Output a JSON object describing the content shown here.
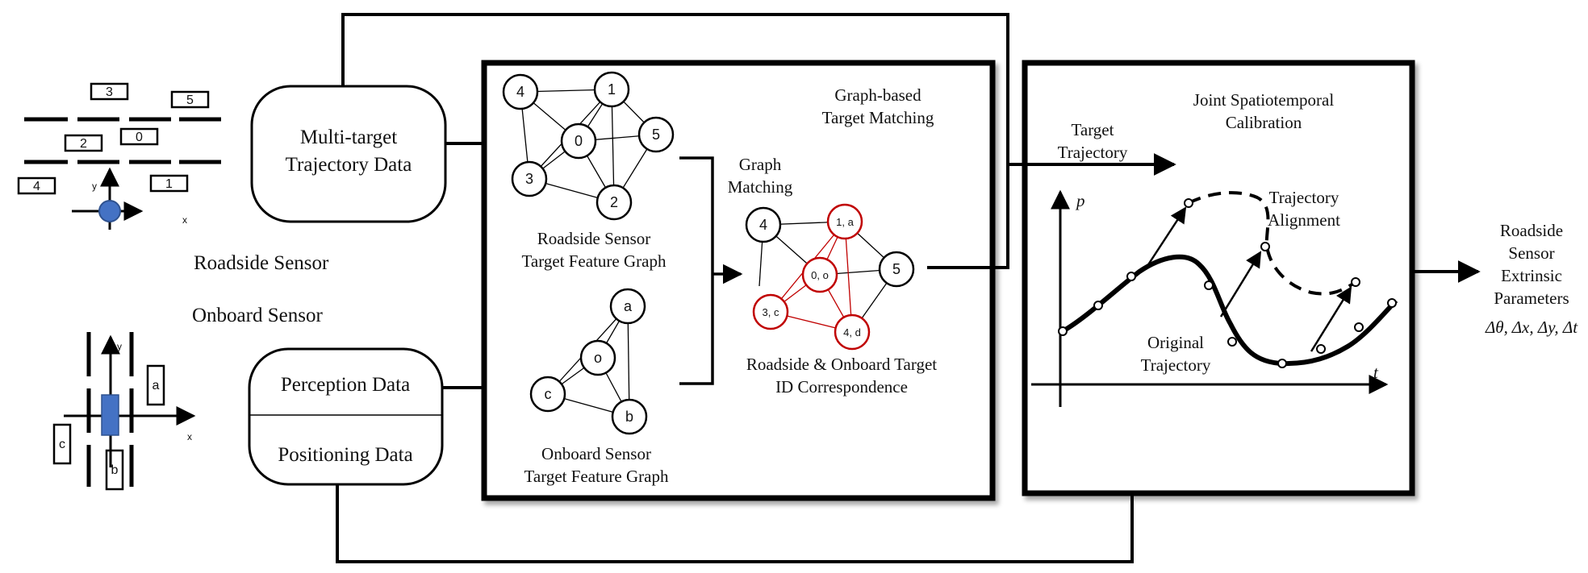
{
  "colors": {
    "ink": "#000000",
    "match_red": "#c00000",
    "sensor_blue": "#4472c4"
  },
  "roadside_scene": {
    "vehicles": [
      "3",
      "5",
      "2",
      "0",
      "4",
      "1"
    ],
    "axis_x": "x",
    "axis_y": "y"
  },
  "onboard_scene": {
    "vehicles": [
      "a",
      "c",
      "b"
    ],
    "axis_x": "x",
    "axis_y": "y"
  },
  "labels": {
    "roadside_sensor": "Roadside Sensor",
    "onboard_sensor": "Onboard Sensor"
  },
  "data_boxes": {
    "multi_target": [
      "Multi-target",
      "Trajectory Data"
    ],
    "perception": "Perception Data",
    "positioning": "Positioning Data"
  },
  "matching_panel": {
    "title": [
      "Graph-based",
      "Target Matching"
    ],
    "roadside_graph_caption": [
      "Roadside Sensor",
      "Target Feature Graph"
    ],
    "onboard_graph_caption": [
      "Onboard Sensor",
      "Target Feature Graph"
    ],
    "graph_matching_label": [
      "Graph",
      "Matching"
    ],
    "correspondence_caption": [
      "Roadside & Onboard Target",
      "ID Correspondence"
    ],
    "roadside_nodes": [
      "4",
      "1",
      "0",
      "5",
      "3",
      "2"
    ],
    "onboard_nodes": [
      "a",
      "o",
      "c",
      "b"
    ],
    "matched_nodes": [
      "4",
      "1, a",
      "0, o",
      "5",
      "3, c",
      "4, d"
    ]
  },
  "calibration_panel": {
    "title": [
      "Joint Spatiotemporal",
      "Calibration"
    ],
    "target_trajectory": [
      "Target",
      "Trajectory"
    ],
    "trajectory_alignment": [
      "Trajectory",
      "Alignment"
    ],
    "original_trajectory": [
      "Original",
      "Trajectory"
    ],
    "axis_p": "p",
    "axis_t": "t"
  },
  "output": {
    "title": [
      "Roadside",
      "Sensor",
      "Extrinsic",
      "Parameters"
    ],
    "params": "Δθ, Δx, Δy, Δt"
  }
}
